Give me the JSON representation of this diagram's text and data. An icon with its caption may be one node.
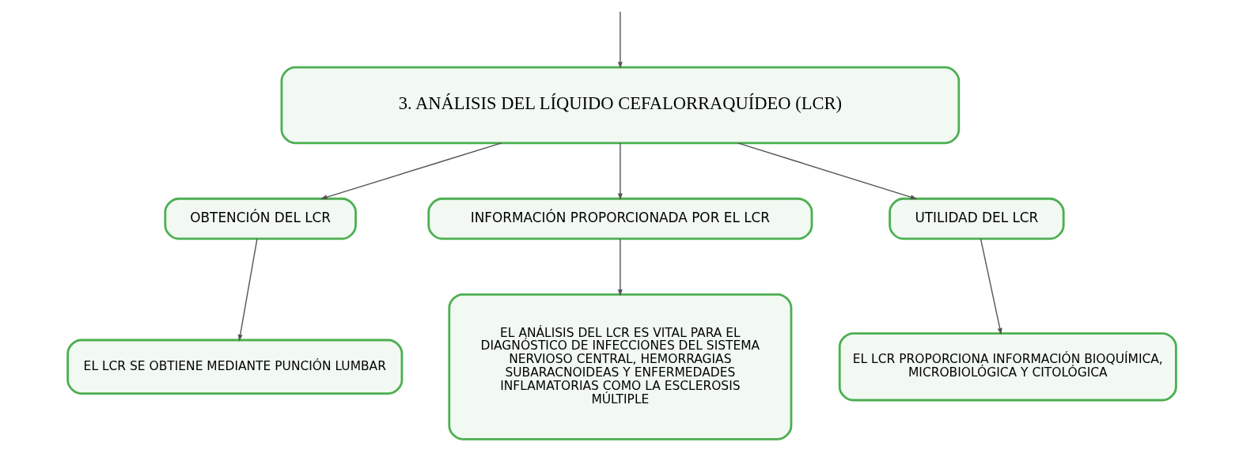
{
  "diagram": {
    "nodes": [
      {
        "text": [
          "3. ANÁLISIS DEL LÍQUIDO CEFALORRAQUÍDEO (LCR)"
        ]
      },
      {
        "text": [
          "OBTENCIÓN DEL LCR"
        ]
      },
      {
        "text": [
          "INFORMACIÓN PROPORCIONADA POR EL LCR"
        ]
      },
      {
        "text": [
          "UTILIDAD DEL LCR"
        ]
      },
      {
        "text": [
          "EL LCR SE OBTIENE MEDIANTE PUNCIÓN LUMBAR"
        ]
      },
      {
        "text": [
          "EL ANÁLISIS DEL LCR ES VITAL PARA EL DIAGNÓSTICO DE INFECCIONES DEL SISTEMA NERVIOSO CENTRAL, HEMORRAGIAS SUBARACNOIDEAS Y ENFERMEDADES INFLAMATORIAS COMO LA ESCLEROSIS MÚLTIPLE"
        ]
      },
      {
        "text": [
          "EL LCR PROPORCIONA INFORMACIÓN BIOQUÍMICA, MICROBIOLÓGICA Y CITOLÓGICA"
        ]
      }
    ],
    "edges": [
      {
        "from": null,
        "to": 0,
        "arrow": "to"
      },
      {
        "from": 0,
        "to": 1,
        "arrow": "to"
      },
      {
        "from": 0,
        "to": 2,
        "arrow": "to"
      },
      {
        "from": 0,
        "to": 3,
        "arrow": "to"
      },
      {
        "from": 1,
        "to": 4,
        "arrow": "to"
      },
      {
        "from": 2,
        "to": 5,
        "arrow": "to"
      },
      {
        "from": 3,
        "to": 6,
        "arrow": "to"
      }
    ]
  }
}
